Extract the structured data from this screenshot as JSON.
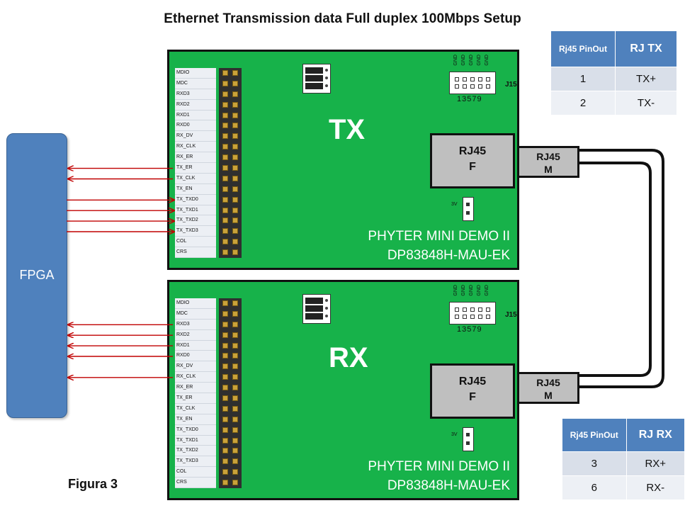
{
  "title": "Ethernet Transmission data Full duplex 100Mbps Setup",
  "caption": "Figura 3",
  "fpga": {
    "label": "FPGA"
  },
  "boards": [
    {
      "name": "TX",
      "label_line1": "PHYTER MINI DEMO II",
      "label_line2": "DP83848H-MAU-EK",
      "jack_female": [
        "RJ45",
        "F"
      ],
      "plug_male": [
        "RJ45",
        "M"
      ]
    },
    {
      "name": "RX",
      "label_line1": "PHYTER MINI DEMO II",
      "label_line2": "DP83848H-MAU-EK",
      "jack_female": [
        "RJ45",
        "F"
      ],
      "plug_male": [
        "RJ45",
        "M"
      ]
    }
  ],
  "pins": [
    "MDIO",
    "MDC",
    "RXD3",
    "RXD2",
    "RXD1",
    "RXD0",
    "RX_DV",
    "RX_CLK",
    "RX_ER",
    "TX_ER",
    "TX_CLK",
    "TX_EN",
    "TX_TXD0",
    "TX_TXD1",
    "TX_TXD2",
    "TX_TXD3",
    "COL",
    "CRS"
  ],
  "connector_j15": {
    "label": "J15",
    "pin_numbers": "13579",
    "gnd_labels": [
      "GND",
      "GND",
      "GND",
      "GND",
      "GND"
    ]
  },
  "jumper_3v_label": "3V",
  "tx_links": {
    "to_fpga": [
      "TX_ER",
      "TX_CLK"
    ],
    "from_fpga": [
      "TX_TXD0",
      "TX_TXD1",
      "TX_TXD2",
      "TX_TXD3"
    ]
  },
  "rx_links": {
    "to_fpga": [
      "RXD3",
      "RXD2",
      "RXD1",
      "RXD0",
      "RX_CLK"
    ]
  },
  "table_tx": {
    "headers": [
      "Rj45 PinOut",
      "RJ TX"
    ],
    "rows": [
      [
        "1",
        "TX+"
      ],
      [
        "2",
        "TX-"
      ]
    ]
  },
  "table_rx": {
    "headers": [
      "Rj45 PinOut",
      "RJ RX"
    ],
    "rows": [
      [
        "3",
        "RX+"
      ],
      [
        "6",
        "RX-"
      ]
    ]
  },
  "colors": {
    "board": "#17b24a",
    "fpga": "#4f81bd",
    "arrow": "#c00000",
    "table_header": "#4f81bd"
  }
}
